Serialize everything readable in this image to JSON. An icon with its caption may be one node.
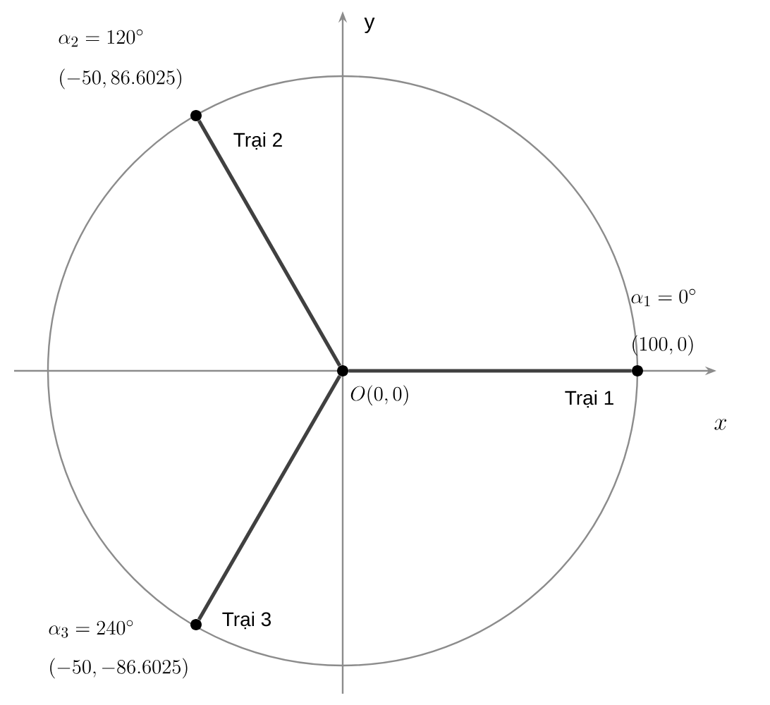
{
  "diagram": {
    "nodes": [
      {
        "text": [],
        "shape": "circle",
        "beside": [
          "O(0,0)"
        ]
      },
      {
        "text": [],
        "shape": "circle",
        "beside": [
          "Trại 1",
          "\\alpha_1 = 0^\\circ",
          "(100,0)"
        ]
      },
      {
        "text": [],
        "shape": "circle",
        "beside": [
          "Trại 2",
          "\\alpha_2 = 120^\\circ",
          "(-50,86.6025)"
        ]
      },
      {
        "text": [],
        "shape": "circle",
        "beside": [
          "Trại 3",
          "\\alpha_3 = 240^\\circ",
          "(-50,-86.6025)"
        ]
      }
    ],
    "edges": [
      {
        "from": 0,
        "to": 1,
        "arrow": "none"
      },
      {
        "from": 0,
        "to": 2,
        "arrow": "none"
      },
      {
        "from": 0,
        "to": 3,
        "arrow": "none"
      }
    ],
    "labels": [
      "y",
      "x"
    ]
  }
}
